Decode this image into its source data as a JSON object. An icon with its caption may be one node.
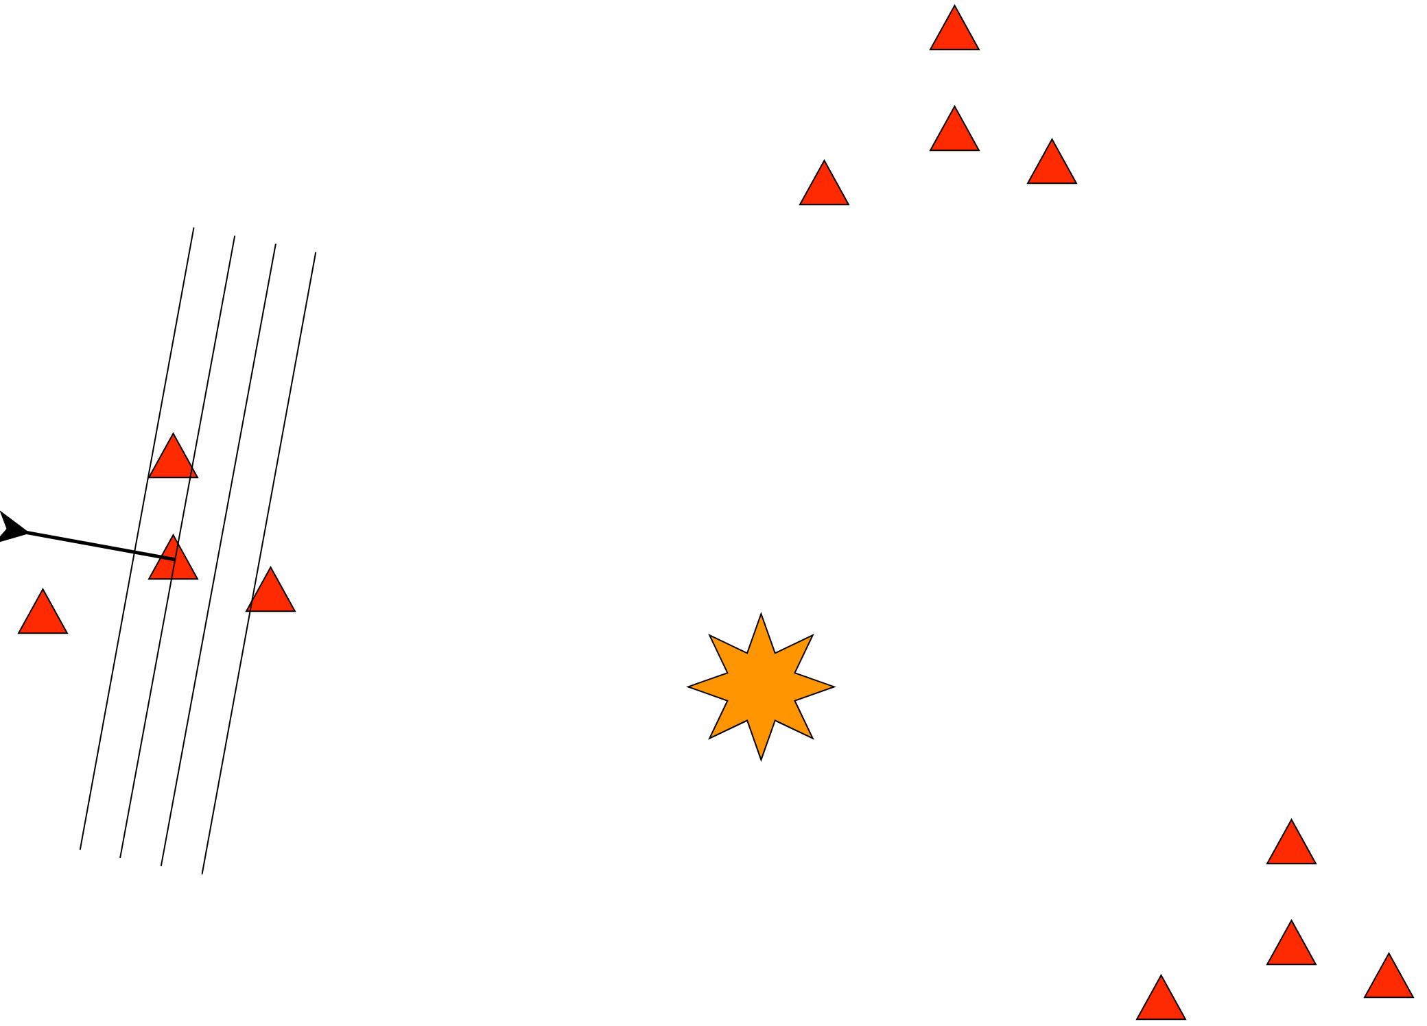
{
  "diagram": {
    "nodes": [
      {
        "text": [],
        "shape": "triangle"
      },
      {
        "text": [],
        "shape": "triangle"
      },
      {
        "text": [],
        "shape": "triangle"
      },
      {
        "text": [],
        "shape": "triangle"
      },
      {
        "text": [],
        "shape": "triangle"
      },
      {
        "text": [],
        "shape": "triangle"
      },
      {
        "text": [],
        "shape": "triangle"
      },
      {
        "text": [],
        "shape": "triangle"
      },
      {
        "text": [],
        "shape": "star"
      },
      {
        "text": [],
        "shape": "triangle"
      },
      {
        "text": [],
        "shape": "triangle"
      },
      {
        "text": [],
        "shape": "triangle"
      },
      {
        "text": [],
        "shape": "triangle"
      }
    ]
  }
}
